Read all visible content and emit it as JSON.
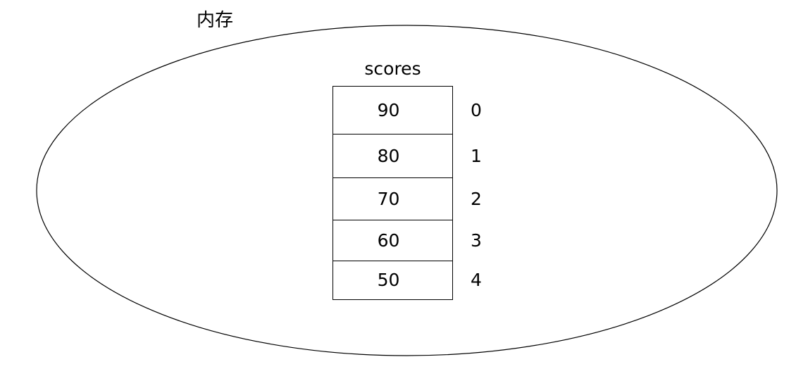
{
  "diagram": {
    "container_label": "内存",
    "array_name": "scores",
    "stroke_color": "#000000",
    "background_color": "#ffffff",
    "text_color": "#000000",
    "cells": [
      {
        "value": "90",
        "index": "0"
      },
      {
        "value": "80",
        "index": "1"
      },
      {
        "value": "70",
        "index": "2"
      },
      {
        "value": "60",
        "index": "3"
      },
      {
        "value": "50",
        "index": "4"
      }
    ]
  }
}
